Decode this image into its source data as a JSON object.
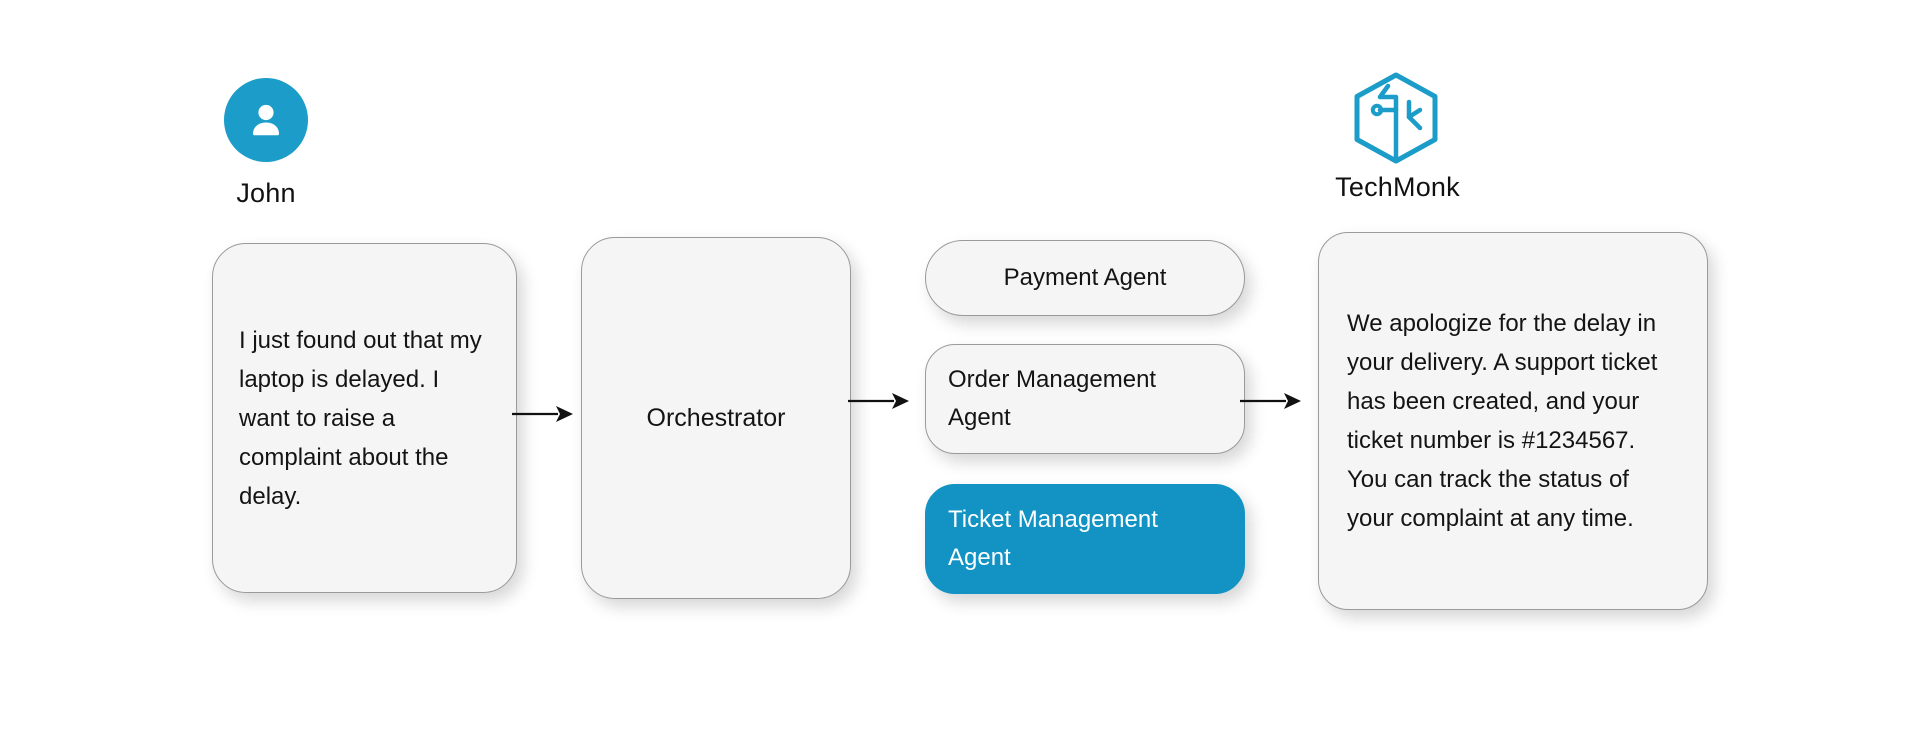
{
  "user": {
    "name": "John",
    "avatar_icon": "user-avatar-icon",
    "avatar_color": "#1b9cc9",
    "message": "I just found out that my laptop is delayed. I want to raise a complaint about the delay."
  },
  "brand": {
    "name": "TechMonk",
    "logo_icon": "techmonk-hexagon-logo-icon",
    "logo_color": "#1b9cc9"
  },
  "orchestrator": {
    "label": "Orchestrator"
  },
  "agents": [
    {
      "label": "Payment Agent",
      "active": false
    },
    {
      "label": "Order Management Agent",
      "active": false
    },
    {
      "label": "Ticket Management Agent",
      "active": true
    }
  ],
  "response": {
    "message": "We apologize for the delay in your delivery. A support ticket has been created, and your ticket number is #1234567. You can track the status of your complaint at any time.",
    "ticket_number": "#1234567"
  },
  "arrows": [
    {
      "name": "arrow-user-to-orchestrator"
    },
    {
      "name": "arrow-orchestrator-to-agents"
    },
    {
      "name": "arrow-agents-to-response"
    }
  ],
  "colors": {
    "accent": "#1293c4",
    "avatar": "#1b9cc9",
    "card_fill": "#f5f5f5",
    "card_border": "#9a9a9a",
    "text": "#141414",
    "background": "#ffffff"
  }
}
